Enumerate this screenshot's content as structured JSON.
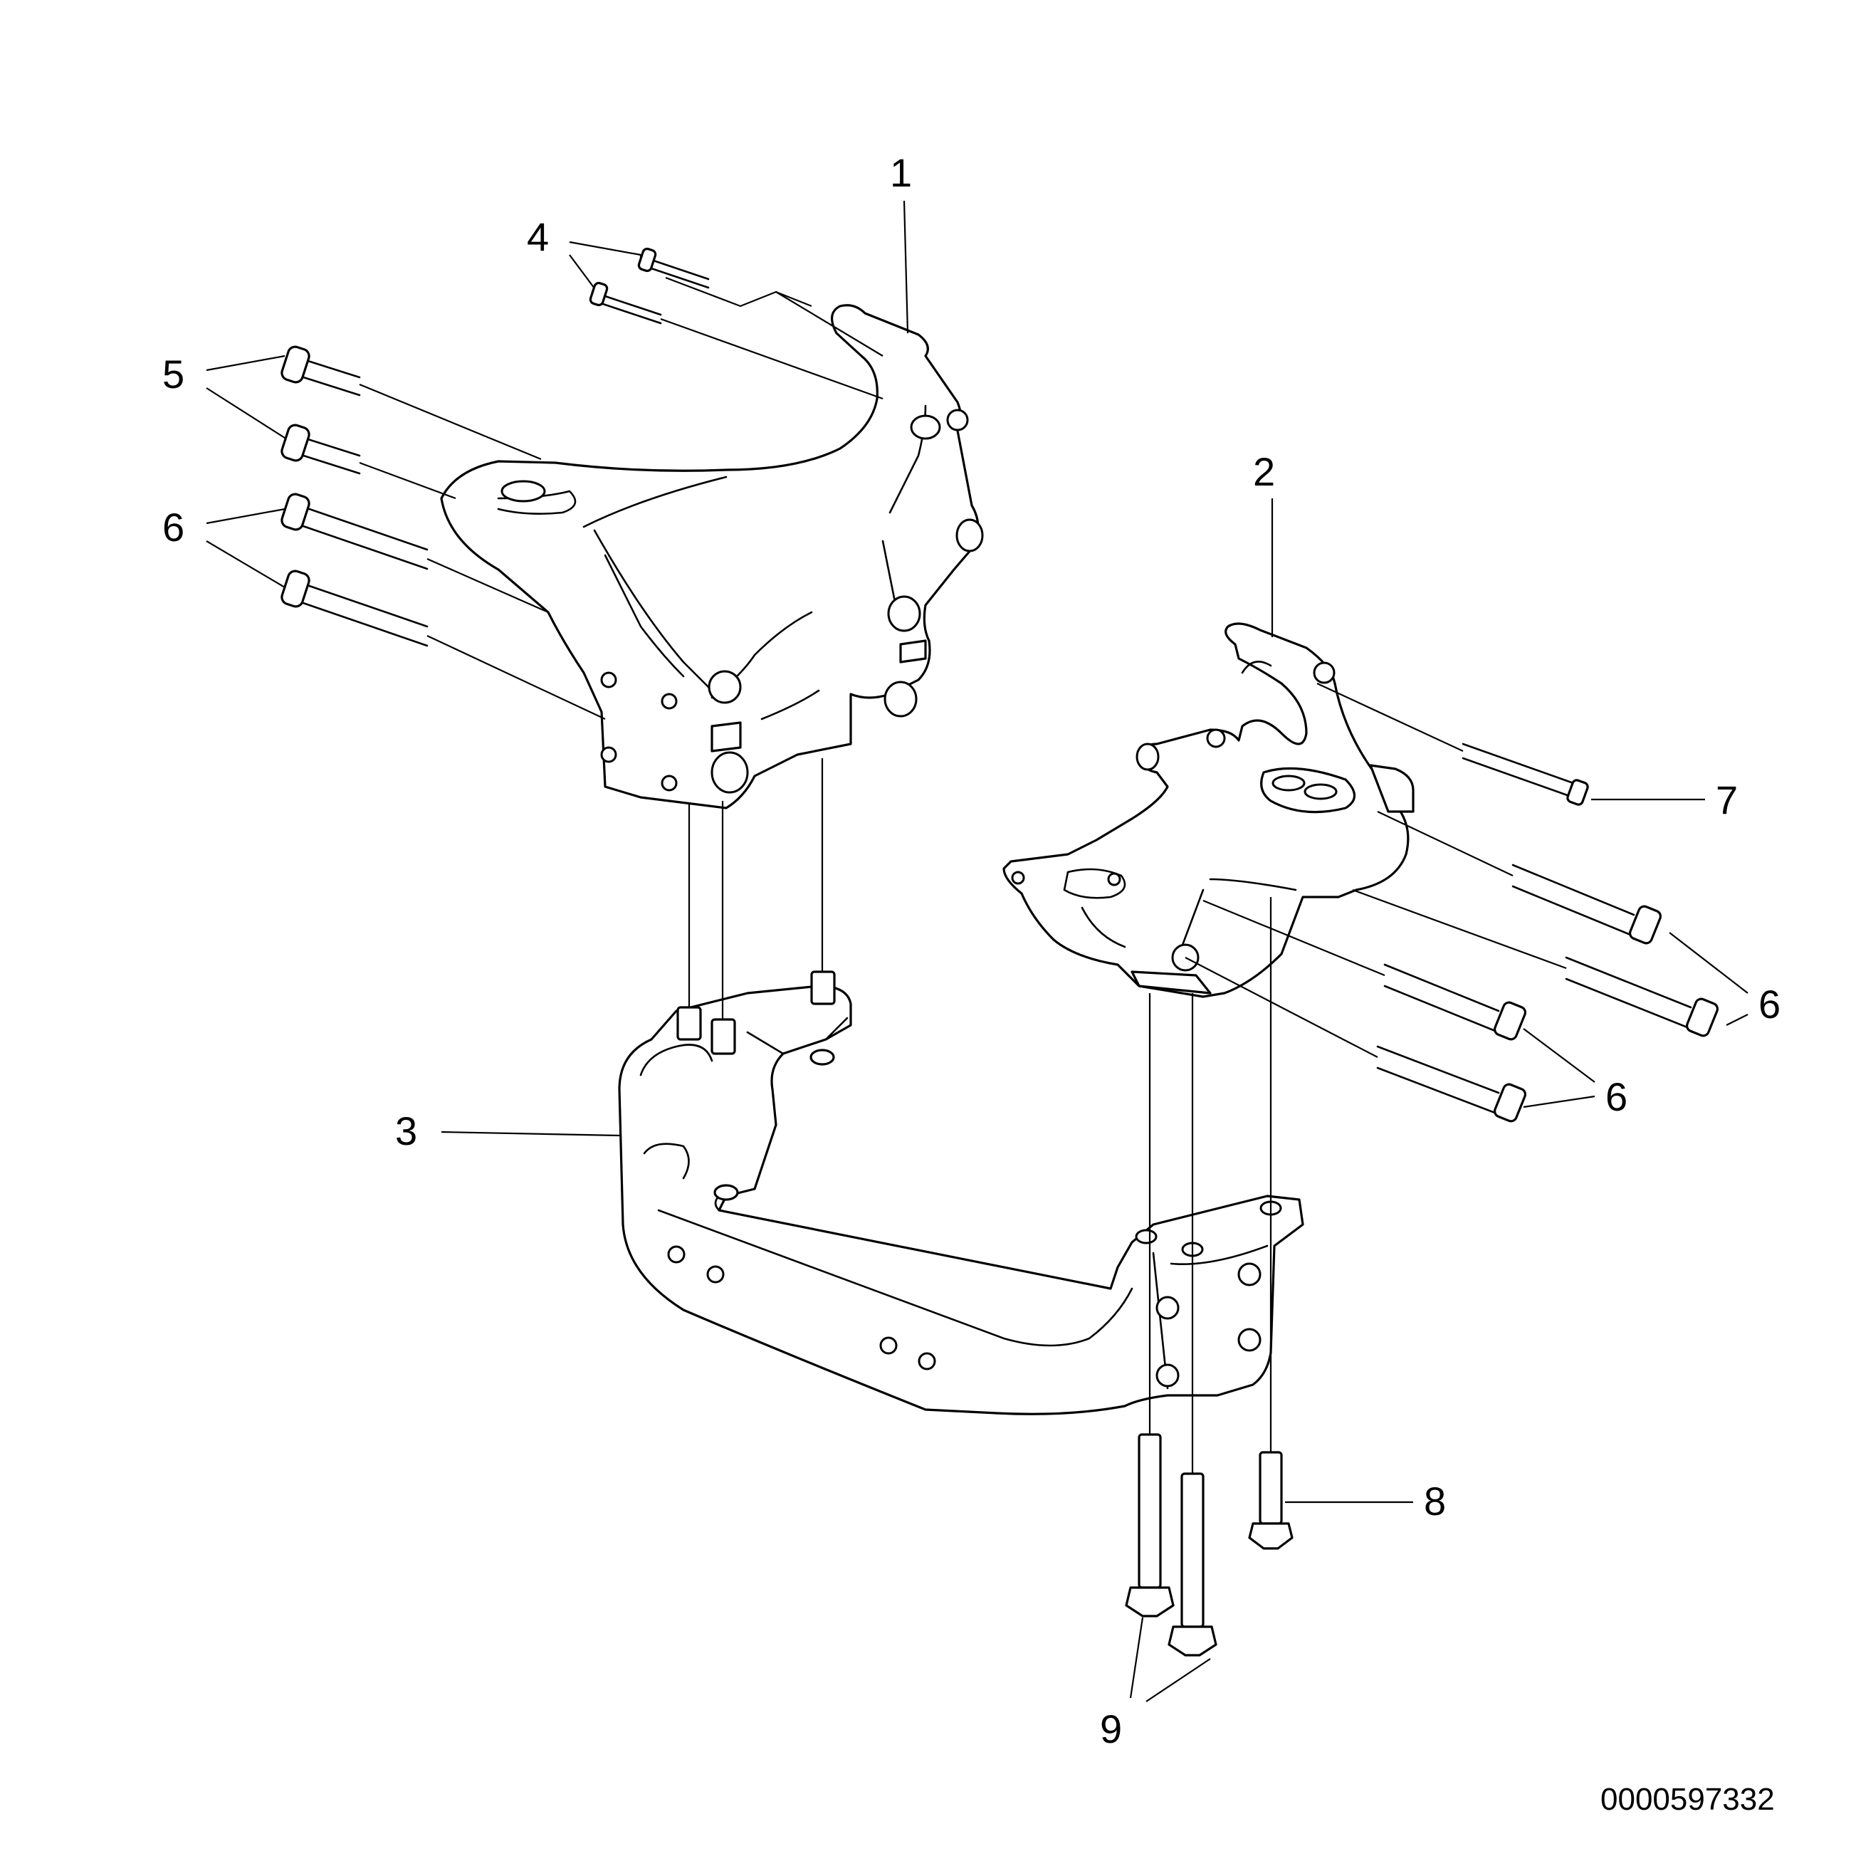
{
  "callouts": {
    "c1": "1",
    "c2": "2",
    "c3": "3",
    "c4": "4",
    "c5": "5",
    "c6a": "6",
    "c6b": "6",
    "c6c": "6",
    "c7": "7",
    "c8": "8",
    "c9": "9"
  },
  "document_number": "0000597332"
}
